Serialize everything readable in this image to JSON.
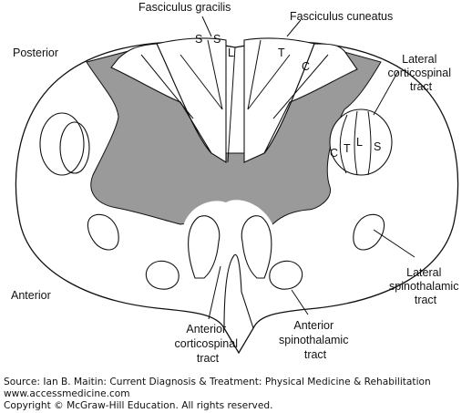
{
  "labels": {
    "fasciculus_gracilis": "Fasciculus gracilis",
    "fasciculus_cuneatus": "Fasciculus cuneatus",
    "posterior": "Posterior",
    "anterior": "Anterior",
    "lateral_corticospinal": [
      "Lateral",
      "corticospinal",
      "tract"
    ],
    "lateral_spinothalamic": [
      "Lateral",
      "spinothalamic",
      "tract"
    ],
    "anterior_corticospinal": [
      "Anterior",
      "corticospinal",
      "tract"
    ],
    "anterior_spinothalamic": [
      "Anterior",
      "spinothalamic",
      "tract"
    ]
  },
  "tract_letters": {
    "gracilis_left": "S",
    "gracilis_right": "S",
    "gracilis_lower": "L",
    "cuneatus_upper": "T",
    "cuneatus_lower": "C",
    "lateral_c": "C",
    "lateral_t": "T",
    "lateral_l": "L",
    "lateral_s": "S"
  },
  "credits": {
    "source": "Source: Ian B. Maitin: Current Diagnosis & Treatment: Physical Medicine & Rehabilitation",
    "website": "www.accessmedicine.com",
    "copyright": "Copyright © McGraw-Hill Education. All rights reserved."
  },
  "colors": {
    "gray_matter": "#9a9a9a",
    "outline": "#111111",
    "background": "#ffffff"
  }
}
